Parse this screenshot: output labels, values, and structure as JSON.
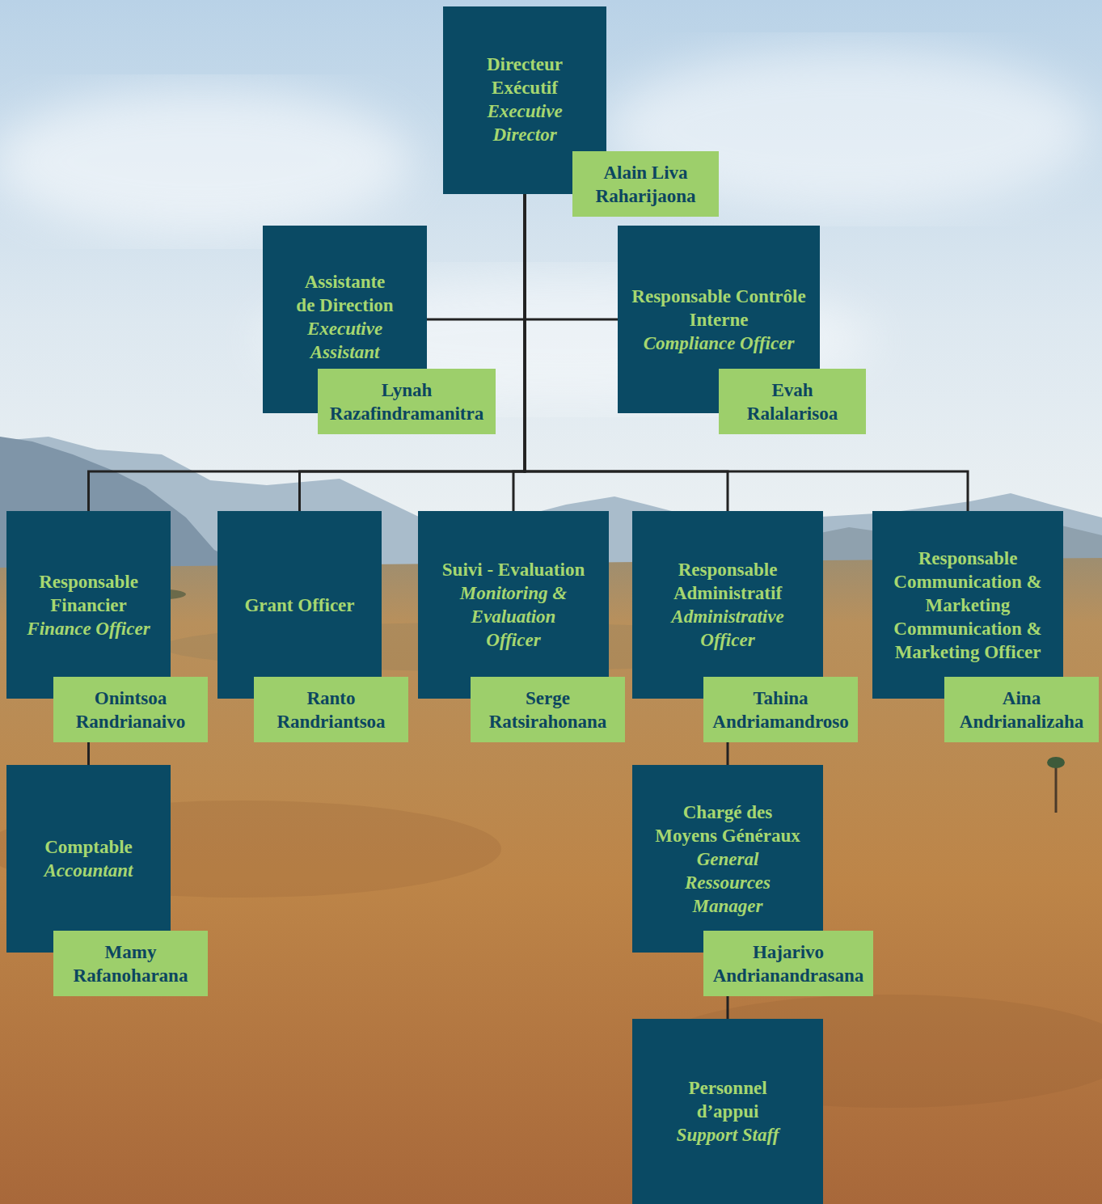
{
  "diagram": {
    "nodes": [
      {
        "text": [
          "Directeur Exécutif",
          "Executive Director"
        ]
      },
      {
        "text": [
          "Alain Liva Raharijaona"
        ],
        "in": 0
      },
      {
        "text": [
          "Assistante de Direction",
          "Executive Assistant"
        ]
      },
      {
        "text": [
          "Lynah Razafindramanitra"
        ],
        "in": 2
      },
      {
        "text": [
          "Responsable Contrôle Interne",
          "Compliance Officer"
        ]
      },
      {
        "text": [
          "Evah Ralalarisoa"
        ],
        "in": 4
      },
      {
        "text": [
          "Responsable Financier",
          "Finance Officer"
        ]
      },
      {
        "text": [
          "Onintsoa Randrianaivo"
        ],
        "in": 6
      },
      {
        "text": [
          "Grant Officer"
        ]
      },
      {
        "text": [
          "Ranto Randriantsoa"
        ],
        "in": 8
      },
      {
        "text": [
          "Suivi - Evaluation",
          "Monitoring & Evaluation Officer"
        ]
      },
      {
        "text": [
          "Serge Ratsirahonana"
        ],
        "in": 10
      },
      {
        "text": [
          "Responsable Administratif",
          "Administrative Officer"
        ]
      },
      {
        "text": [
          "Tahina Andriamandroso"
        ],
        "in": 12
      },
      {
        "text": [
          "Responsable Communication & Marketing",
          "Communication & Marketing Officer"
        ]
      },
      {
        "text": [
          "Aina Andrianalizaha"
        ],
        "in": 14
      },
      {
        "text": [
          "Comptable",
          "Accountant"
        ]
      },
      {
        "text": [
          "Mamy Rafanoharana"
        ],
        "in": 16
      },
      {
        "text": [
          "Chargé des Moyens Généraux",
          "General Ressources Manager"
        ]
      },
      {
        "text": [
          "Hajarivo Andrianandrasana"
        ],
        "in": 18
      },
      {
        "text": [
          "Personnel d’appui",
          "Support Staff"
        ]
      }
    ],
    "edges": [
      {
        "from": 0,
        "to": 2,
        "arrow": "none"
      },
      {
        "from": 0,
        "to": 4,
        "arrow": "none"
      },
      {
        "from": 0,
        "to": 6,
        "arrow": "none"
      },
      {
        "from": 0,
        "to": 8,
        "arrow": "none"
      },
      {
        "from": 0,
        "to": 10,
        "arrow": "none"
      },
      {
        "from": 0,
        "to": 12,
        "arrow": "none"
      },
      {
        "from": 0,
        "to": 14,
        "arrow": "none"
      },
      {
        "from": 6,
        "to": 16,
        "arrow": "none"
      },
      {
        "from": 12,
        "to": 18,
        "arrow": "none"
      },
      {
        "from": 18,
        "to": 20,
        "arrow": "none"
      }
    ]
  }
}
